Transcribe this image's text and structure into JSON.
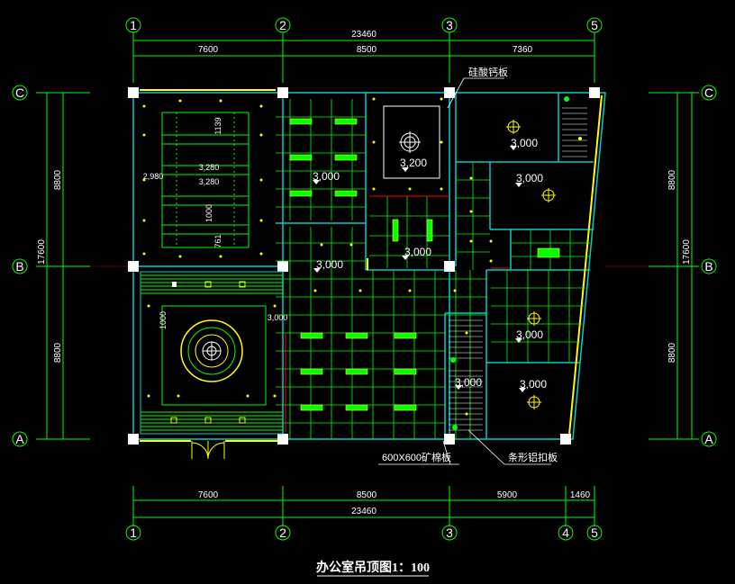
{
  "drawing": {
    "title": "办公室吊顶图1：100",
    "colors": {
      "background": "#000000",
      "dimension": "#00ff00",
      "wall": "#00cccc",
      "ceiling_grid": "#00ff00",
      "ceiling_yellow": "#ffff00",
      "text": "#ffffff",
      "red": "#ff0000"
    },
    "grid_labels_top": [
      "1",
      "2",
      "3",
      "5"
    ],
    "grid_labels_bottom": [
      "1",
      "2",
      "3",
      "4",
      "5"
    ],
    "grid_labels_left": [
      "C",
      "B",
      "A"
    ],
    "grid_labels_right": [
      "C",
      "B",
      "A"
    ],
    "dims_top_total": "23460",
    "dims_top": [
      "7600",
      "8500",
      "7360"
    ],
    "dims_bottom": [
      "7600",
      "8500",
      "5900",
      "1460"
    ],
    "dims_bottom_total": "23460",
    "dims_left_total": "17600",
    "dims_left": [
      "8800",
      "8800"
    ],
    "dims_right_total": "17600",
    "dims_right": [
      "8800",
      "8800"
    ],
    "elevations": {
      "e1": "3,000",
      "e2": "3,200",
      "e3": "3,000",
      "e4": "3,000",
      "e5": "3,000",
      "e6": "3,000",
      "e7": "3,000",
      "e8": "3,000",
      "e9": "3,000",
      "e10": "3,000"
    },
    "room_dims": {
      "d1": "1139",
      "d2": "1000",
      "d3": "761",
      "d4": "2,980",
      "d5": "3,280",
      "d6": "3,280",
      "d7": "1000",
      "d8": "3,000"
    },
    "notes": {
      "board1": "硅酸钙板",
      "board2": "600X600矿棉板",
      "board3": "条形铝扣板"
    }
  }
}
